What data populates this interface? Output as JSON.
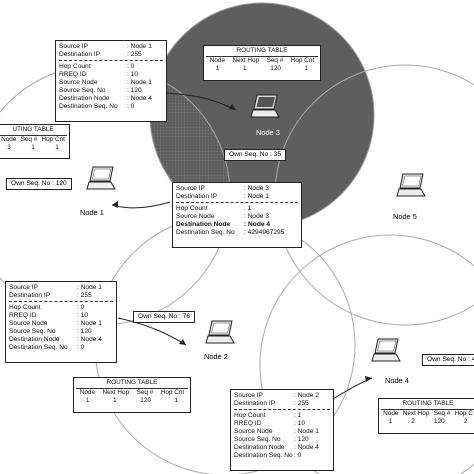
{
  "nodes": {
    "node1": "Node 1",
    "node2": "Node 2",
    "node3": "Node 3",
    "node4": "Node 4",
    "node5": "Node 5"
  },
  "own_seq": {
    "node3": "Own Seq. No : 35",
    "node1": "Own Seq. No : 120",
    "node2": "Own Seq. No : 76",
    "node4": "Own Seq. No : 4..."
  },
  "routing_tables": {
    "title": "ROUTING TABLE",
    "headers": [
      "Node",
      "Next Hop",
      "Seq #",
      "Hop Cnt"
    ],
    "node3": [
      "1",
      "1",
      "120",
      "1"
    ],
    "node1_partial_headers": [
      "Node",
      "Seq #",
      "Hop Cnt"
    ],
    "node1_partial_row": [
      "3",
      "1",
      "1"
    ],
    "node1_title": "UTING TABLE",
    "node2": [
      "1",
      "1",
      "120",
      "1"
    ],
    "node4_headers": [
      "Node",
      "Next Hop",
      "Seq #",
      "Hop C"
    ],
    "node4": [
      "1",
      "2",
      "120",
      "2"
    ]
  },
  "packet_top": {
    "source_ip_k": "Source IP",
    "source_ip_v": ": Node 1",
    "dest_ip_k": "Destination IP",
    "dest_ip_v": ": 255",
    "hop_count_k": "Hop Count",
    "hop_count_v": ": 0",
    "rreq_k": "RREQ ID",
    "rreq_v": ": 10",
    "src_node_k": "Source Node",
    "src_node_v": ": Node 1",
    "src_seq_k": "Source Seq. No",
    "src_seq_v": ": 120",
    "dst_node_k": "Destination Node",
    "dst_node_v": ": Node 4",
    "dst_seq_k": "Destination Seq. No",
    "dst_seq_v": ": 0"
  },
  "packet_mid": {
    "source_ip_k": "Source IP",
    "source_ip_v": ": Node 3",
    "dest_ip_k": "Destination IP",
    "dest_ip_v": ": Node 1",
    "hop_count_k": "Hop Count",
    "hop_count_v": ": 1",
    "src_node_k": "Source Node",
    "src_node_v": ": Node 3",
    "dst_node_k": "Destination Node",
    "dst_node_v": ": Node 4",
    "dst_seq_k": "Destination Seq. No",
    "dst_seq_v": ": 4294967295"
  },
  "packet_left": {
    "source_ip_k": "Source IP",
    "source_ip_v": ": Node 1",
    "dest_ip_k": "Destination IP",
    "dest_ip_v": ": 255",
    "hop_count_k": "Hop Count",
    "hop_count_v": ": 0",
    "rreq_k": "RREQ ID",
    "rreq_v": ": 10",
    "src_node_k": "Source Node",
    "src_node_v": ": Node 1",
    "src_seq_k": "Source Seq. No",
    "src_seq_v": ": 120",
    "dst_node_k": "Destination Node",
    "dst_node_v": ": Node 4",
    "dst_seq_k": "Destination Seq. No",
    "dst_seq_v": ": 0"
  },
  "packet_bottom": {
    "source_ip_k": "Source IP",
    "source_ip_v": ": Node 2",
    "dest_ip_k": "Destination IP",
    "dest_ip_v": ": 255",
    "hop_count_k": "Hop Count",
    "hop_count_v": ": 1",
    "rreq_k": "RREQ ID",
    "rreq_v": ": 10",
    "src_node_k": "Source Node",
    "src_node_v": ": Node 1",
    "src_seq_k": "Source Seq. No",
    "src_seq_v": ": 120",
    "dst_node_k": "Destination Node",
    "dst_node_v": ": Node 4",
    "dst_seq_k": "Destination Seq. No",
    "dst_seq_v": ": 0"
  },
  "colors": {
    "range_node3": "#5a5a5a",
    "range_line": "#9a9a9a",
    "box_border": "#222222"
  }
}
